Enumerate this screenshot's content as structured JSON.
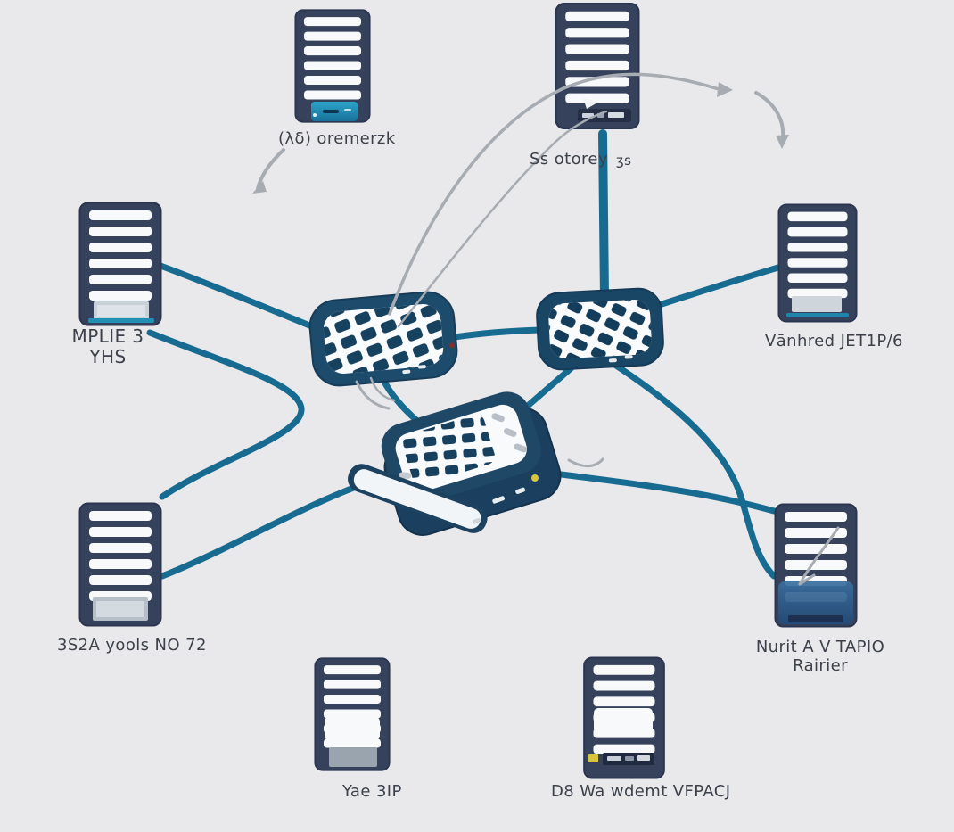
{
  "diagram_title": "network-topology-illustration",
  "colors": {
    "background": "#e9e8ea",
    "link": "#176b90",
    "link_dark": "#135a7d",
    "device_body": "#36425c",
    "device_slat": "#f8f9fa",
    "switch_border": "#1d4b6b",
    "switch_face": "#fafbfc",
    "tile": "#16415f",
    "decor_gray": "#a7abb2",
    "panel_teal": "#2a9ac0",
    "chip_yellow": "#d9c53c"
  },
  "nodes": [
    {
      "id": "server-top-left",
      "type": "server",
      "label": "(λδ) oremerzk"
    },
    {
      "id": "server-top-center",
      "type": "server",
      "label": "Ss otorey",
      "label_suffix": "ʒs"
    },
    {
      "id": "server-left",
      "type": "server",
      "label": "MPLIE 3",
      "label_line2": "YHS"
    },
    {
      "id": "server-right",
      "type": "server",
      "label": "Vānhred JET1P/6"
    },
    {
      "id": "server-bottom-left",
      "type": "server",
      "label": "3S2A yools NO 72"
    },
    {
      "id": "server-bottom-right",
      "type": "server",
      "label": "Nurit A V TAPIO",
      "label_line2": "Rairier"
    },
    {
      "id": "server-bottom-center-left",
      "type": "server",
      "label": "Yae 3IP"
    },
    {
      "id": "server-bottom-center-right",
      "type": "server",
      "label": "D8 Wa wdemt VFPACJ"
    },
    {
      "id": "switch-left",
      "type": "switch",
      "label": ""
    },
    {
      "id": "switch-right",
      "type": "switch",
      "label": ""
    },
    {
      "id": "router-central",
      "type": "router",
      "label": ""
    }
  ],
  "connections": [
    [
      "server-left",
      "switch-left"
    ],
    [
      "server-left",
      "server-bottom-left"
    ],
    [
      "switch-left",
      "router-central"
    ],
    [
      "switch-left",
      "switch-right"
    ],
    [
      "switch-right",
      "router-central"
    ],
    [
      "switch-right",
      "server-top-center"
    ],
    [
      "switch-right",
      "server-right"
    ],
    [
      "switch-right",
      "server-bottom-right"
    ],
    [
      "router-central",
      "server-bottom-right"
    ],
    [
      "server-bottom-left",
      "router-central"
    ]
  ]
}
